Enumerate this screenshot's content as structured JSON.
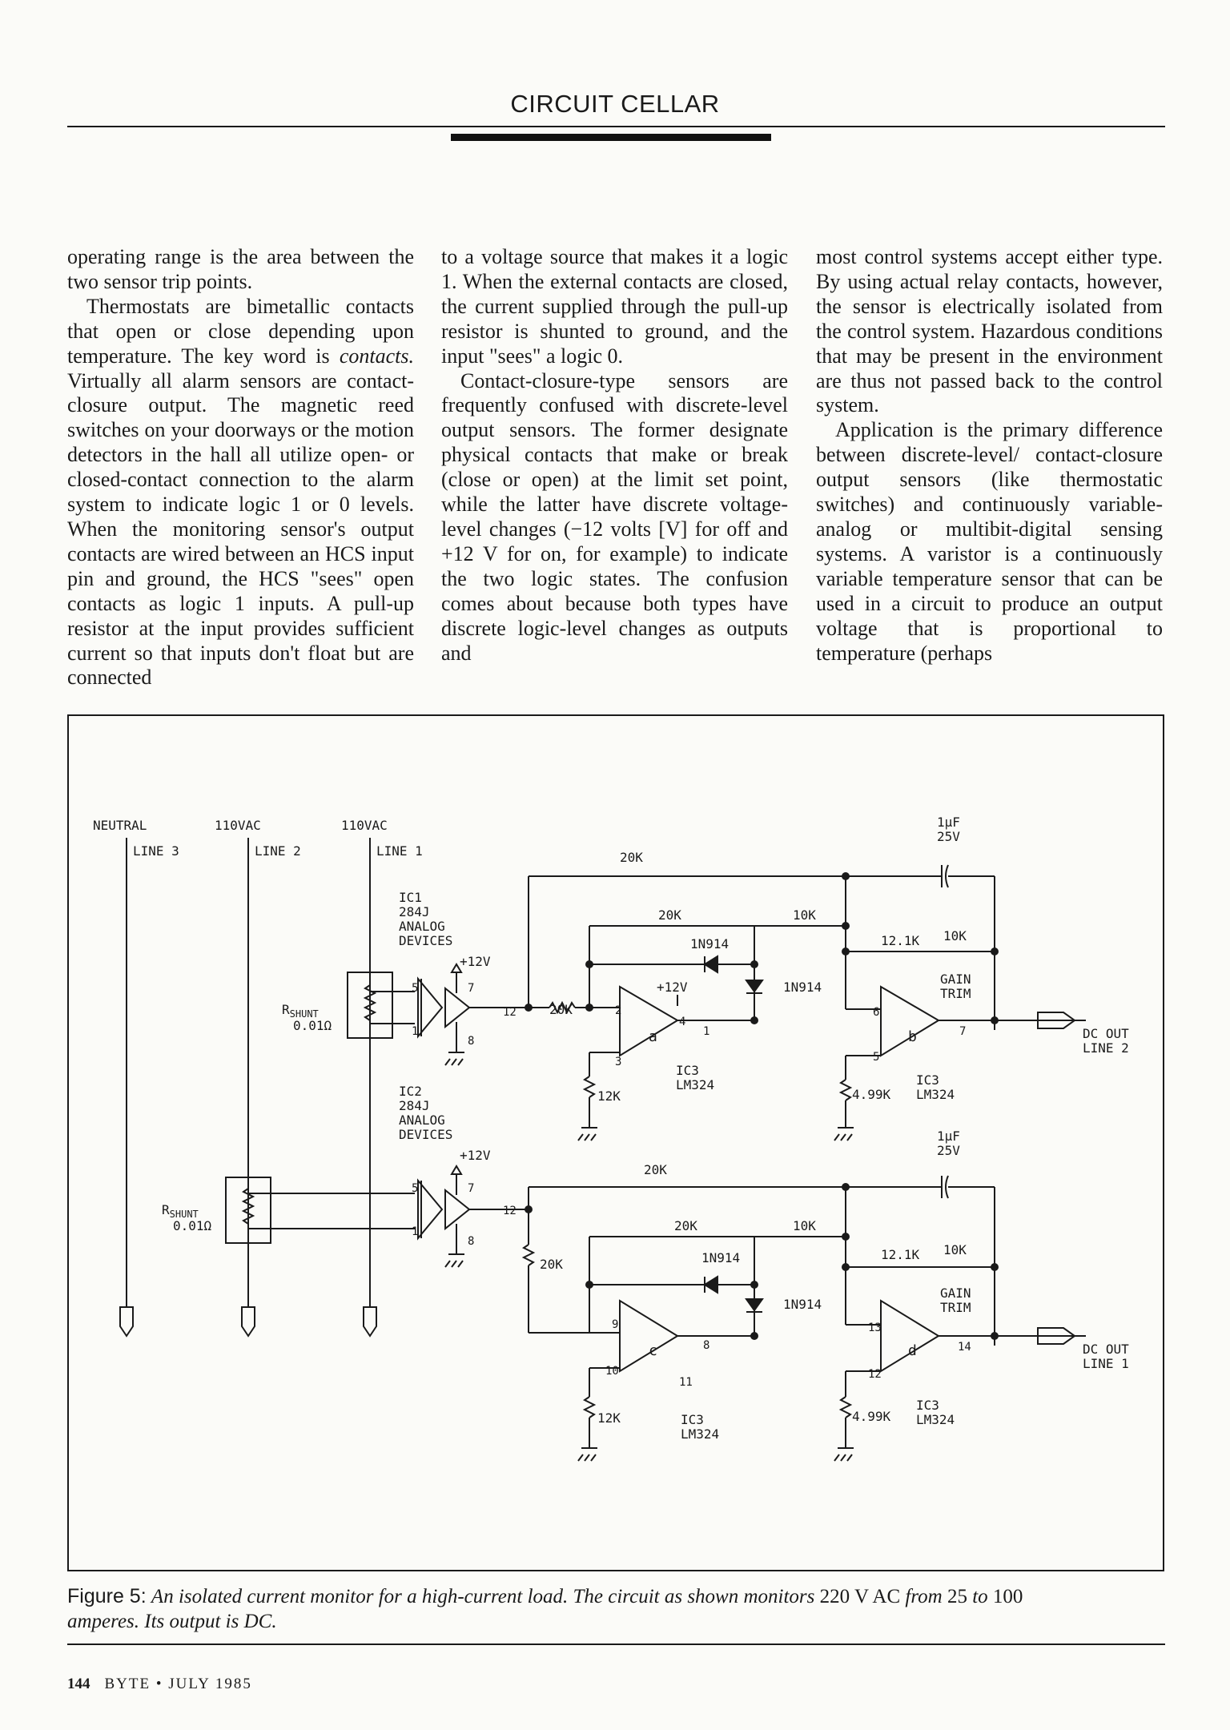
{
  "header": {
    "title": "CIRCUIT CELLAR"
  },
  "columns": {
    "col1": {
      "p1": "operating range is the area between the two sensor trip points.",
      "p2_a": "Thermostats are bimetallic contacts that open or close depending upon temperature. The key word is ",
      "p2_em": "contacts.",
      "p2_b": " Virtually all alarm sensors are contact-closure output. The magnetic reed switches on your doorways or the motion detectors in the hall all utilize open- or closed-contact connection to the alarm system to indicate logic 1 or 0 levels. When the monitoring sensor's output contacts are wired between an HCS input pin and ground, the HCS \"sees\" open contacts as logic 1 inputs. A pull-up resistor at the input provides sufficient current so that inputs don't float but are connected"
    },
    "col2": {
      "p1": "to a voltage source that makes it a logic 1. When the external contacts are closed, the current supplied through the pull-up resistor is shunted to ground, and the input \"sees\" a logic 0.",
      "p2": "Contact-closure-type sensors are frequently confused with discrete-level output sensors. The former designate physical contacts that make or break (close or open) at the limit set point, while the latter have discrete voltage-level changes (−12 volts [V] for off and +12 V for on, for example) to indicate the two logic states. The confusion comes about because both types have discrete logic-level changes as outputs and"
    },
    "col3": {
      "p1": "most control systems accept either type. By using actual relay contacts, however, the sensor is electrically isolated from the control system. Hazardous conditions that may be present in the environment are thus not passed back to the control system.",
      "p2": "Application is the primary difference between discrete-level/ contact-closure output sensors (like thermostatic switches) and continuously variable-analog or multibit-digital sensing systems. A varistor is a continuously variable temperature sensor that can be used in a circuit to produce an output voltage that is proportional to temperature (perhaps"
    }
  },
  "figure": {
    "labels": {
      "neutral": "NEUTRAL",
      "vac2": "110VAC",
      "vac1": "110VAC",
      "line3": "LINE 3",
      "line2": "LINE 2",
      "line1": "LINE 1",
      "ic1": "IC1",
      "ic1_part": "284J",
      "ic1_mfr1": "ANALOG",
      "ic1_mfr2": "DEVICES",
      "ic2": "IC2",
      "ic2_part": "284J",
      "ic2_mfr1": "ANALOG",
      "ic2_mfr2": "DEVICES",
      "v12": "+12V",
      "rshunt_r": "R",
      "rshunt_sub": "SHUNT",
      "rshunt_val": "0.01Ω",
      "r20k": "20K",
      "r10k": "10K",
      "r12k": "12K",
      "r12_1k": "12.1K",
      "r4_99k": "4.99K",
      "diode": "1N914",
      "cap1": "1μF",
      "cap2": "25V",
      "gain1": "GAIN",
      "gain2": "TRIM",
      "ic3": "IC3",
      "lm324": "LM324",
      "amp_a": "a",
      "amp_b": "b",
      "amp_c": "c",
      "amp_d": "d",
      "dcout": "DC OUT",
      "dcline2": "LINE 2",
      "dcline1": "LINE 1",
      "pins": [
        "5",
        "7",
        "12",
        "1",
        "8",
        "2",
        "4",
        "3",
        "6",
        "9",
        "10",
        "11",
        "13",
        "14"
      ]
    }
  },
  "caption": {
    "label": "Figure 5:",
    "text_1": "An isolated current monitor for a high-current load. The circuit as shown monitors ",
    "spec": "220 V AC",
    "text_2": " from ",
    "range_lo": "25",
    "text_3": " to ",
    "range_hi": "100",
    "text_4": " amperes. Its output is DC."
  },
  "footer": {
    "page": "144",
    "magazine": "BYTE • JULY 1985"
  }
}
